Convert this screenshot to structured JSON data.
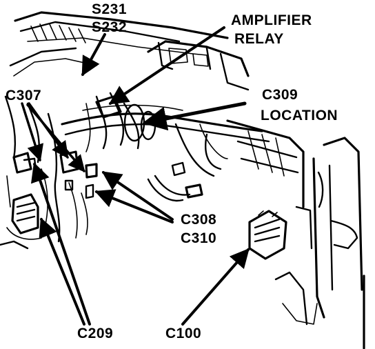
{
  "labels": {
    "s231": "S231",
    "s232": "S232",
    "amplifier": "AMPLIFIER",
    "relay": "RELAY",
    "c307": "C307",
    "c309": "C309",
    "location": "LOCATION",
    "c308": "C308",
    "c310": "C310",
    "c209": "C209",
    "c100": "C100"
  }
}
